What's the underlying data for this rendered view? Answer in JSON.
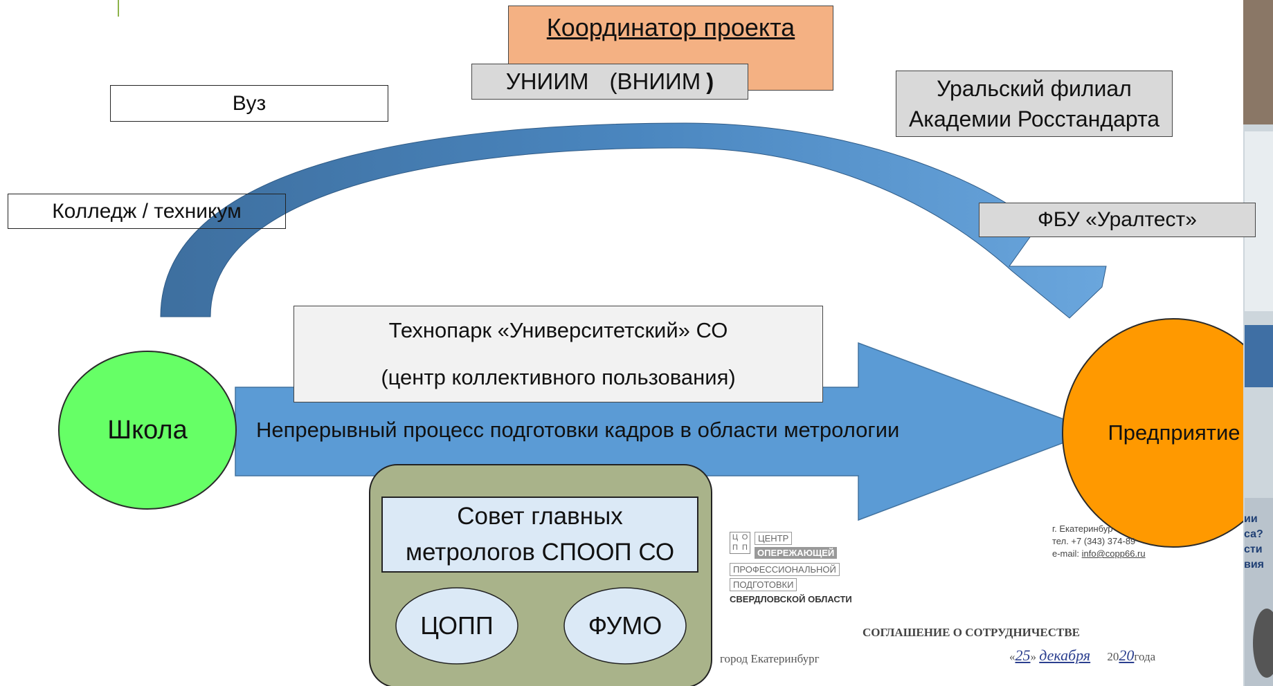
{
  "coordinator": {
    "title": "Координатор проекта",
    "org_main": "УНИИМ",
    "org_paren": "(ВНИИМ",
    "org_close": ")"
  },
  "vuz": "Вуз",
  "college": "Колледж / техникум",
  "ural_branch": {
    "line1": "Уральский филиал",
    "line2": "Академии Росстандарта"
  },
  "uraltest": "ФБУ «Уралтест»",
  "technopark": {
    "line1": "Технопарк «Университетский» СО",
    "line2": "(центр коллективного пользования)"
  },
  "main_process": "Непрерывный процесс подготовки кадров в области метрологии",
  "school": "Школа",
  "enterprise": "Предприятие",
  "council": {
    "title_line1": "Совет главных",
    "title_line2": "метрологов СПООП СО",
    "copp": "ЦОПП",
    "fumo": "ФУМО"
  },
  "document": {
    "logo_letters": [
      "Ц",
      "О",
      "П",
      "П"
    ],
    "logo_line1": "ЦЕНТР",
    "logo_line2": "ОПЕРЕЖАЮЩЕЙ",
    "logo_line3": "ПРОФЕССИОНАЛЬНОЙ",
    "logo_line4": "ПОДГОТОВКИ",
    "logo_line5": "СВЕРДЛОВСКОЙ ОБЛАСТИ",
    "city_partial": "г. Екатеринбур",
    "phone_partial": "тел. +7 (343) 374-89",
    "email_label": "e-mail:",
    "email": "info@copp66.ru",
    "agreement": "СОГЛАШЕНИЕ О СОТРУДНИЧЕСТВЕ",
    "city_left": "город Екатеринбург",
    "date_prefix": "«",
    "date_day": "25",
    "date_mid": "»",
    "date_month": "декабря",
    "date_year_prefix": "20",
    "date_year": "20",
    "date_suffix": "года"
  },
  "side_photo": {
    "text1": "ии",
    "text2": "са?",
    "text3": "сти",
    "text4": "вия"
  },
  "colors": {
    "arrow": "#5b9bd5",
    "arrow_dark": "#3f74a8",
    "school": "#66ff66",
    "enterprise": "#ff9900",
    "coordinator": "#f4b183",
    "gray_box": "#d9d9d9",
    "tech_box": "#f2f2f2",
    "council": "#a9b38a",
    "council_inner": "#dbe9f6"
  }
}
